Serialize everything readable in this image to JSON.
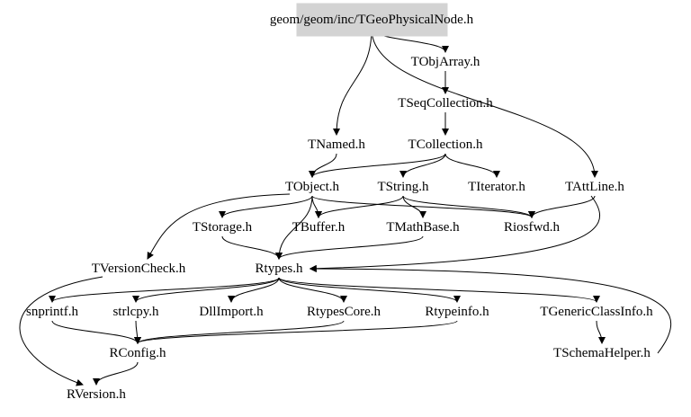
{
  "graph": {
    "root": "geom/geom/inc/TGeoPhysicalNode.h",
    "root_fill": "#d3d3d3",
    "nodes": {
      "root": "geom/geom/inc/TGeoPhysicalNode.h",
      "TObjArray": "TObjArray.h",
      "TSeqCollection": "TSeqCollection.h",
      "TNamed": "TNamed.h",
      "TCollection": "TCollection.h",
      "TObject": "TObject.h",
      "TString": "TString.h",
      "TIterator": "TIterator.h",
      "TAttLine": "TAttLine.h",
      "TStorage": "TStorage.h",
      "TBuffer": "TBuffer.h",
      "TMathBase": "TMathBase.h",
      "Riosfwd": "Riosfwd.h",
      "TVersionCheck": "TVersionCheck.h",
      "Rtypes": "Rtypes.h",
      "snprintf": "snprintf.h",
      "strlcpy": "strlcpy.h",
      "DllImport": "DllImport.h",
      "RtypesCore": "RtypesCore.h",
      "Rtypeinfo": "Rtypeinfo.h",
      "TGenericClassInfo": "TGenericClassInfo.h",
      "RConfig": "RConfig.h",
      "TSchemaHelper": "TSchemaHelper.h",
      "RVersion": "RVersion.h"
    },
    "edges": [
      [
        "root",
        "TObjArray"
      ],
      [
        "root",
        "TNamed"
      ],
      [
        "root",
        "TAttLine"
      ],
      [
        "TObjArray",
        "TSeqCollection"
      ],
      [
        "TSeqCollection",
        "TCollection"
      ],
      [
        "TNamed",
        "TObject"
      ],
      [
        "TCollection",
        "TObject"
      ],
      [
        "TCollection",
        "TString"
      ],
      [
        "TCollection",
        "TIterator"
      ],
      [
        "TObject",
        "TStorage"
      ],
      [
        "TObject",
        "TBuffer"
      ],
      [
        "TObject",
        "Riosfwd"
      ],
      [
        "TObject",
        "TVersionCheck"
      ],
      [
        "TObject",
        "Rtypes"
      ],
      [
        "TString",
        "TBuffer"
      ],
      [
        "TString",
        "TMathBase"
      ],
      [
        "TString",
        "Riosfwd"
      ],
      [
        "TStorage",
        "Rtypes"
      ],
      [
        "TMathBase",
        "Rtypes"
      ],
      [
        "TAttLine",
        "Riosfwd"
      ],
      [
        "TAttLine",
        "Rtypes"
      ],
      [
        "TVersionCheck",
        "RVersion"
      ],
      [
        "Rtypes",
        "snprintf"
      ],
      [
        "Rtypes",
        "strlcpy"
      ],
      [
        "Rtypes",
        "DllImport"
      ],
      [
        "Rtypes",
        "RtypesCore"
      ],
      [
        "Rtypes",
        "Rtypeinfo"
      ],
      [
        "Rtypes",
        "TGenericClassInfo"
      ],
      [
        "snprintf",
        "RConfig"
      ],
      [
        "strlcpy",
        "RConfig"
      ],
      [
        "RtypesCore",
        "RConfig"
      ],
      [
        "Rtypeinfo",
        "RConfig"
      ],
      [
        "RConfig",
        "RVersion"
      ],
      [
        "TGenericClassInfo",
        "TSchemaHelper"
      ],
      [
        "TSchemaHelper",
        "Rtypes"
      ]
    ]
  }
}
